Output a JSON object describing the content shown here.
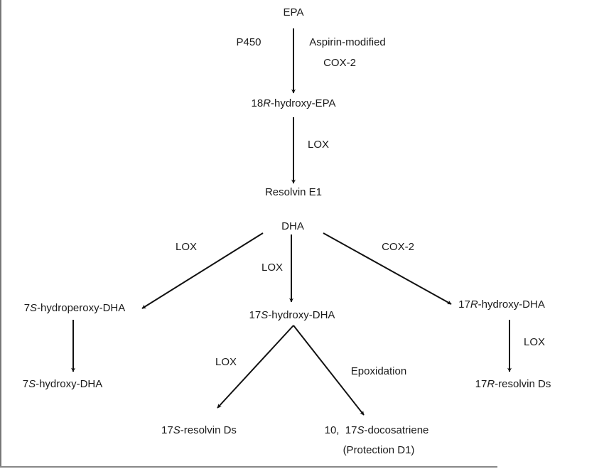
{
  "nodes": {
    "epa": {
      "text": "EPA"
    },
    "hydroxy_epa": {
      "prefix": "18",
      "italic": "R",
      "suffix": "-hydroxy-EPA"
    },
    "resolvin_e1": {
      "text": "Resolvin E1"
    },
    "dha": {
      "text": "DHA"
    },
    "hydroperoxy_dha_7s": {
      "prefix": "7",
      "italic": "S",
      "suffix": "-hydroperoxy-DHA"
    },
    "hydroxy_dha_17s": {
      "prefix": "17",
      "italic": "S",
      "suffix": "-hydroxy-DHA"
    },
    "hydroxy_dha_17r": {
      "prefix": "17",
      "italic": "R",
      "suffix": "-hydroxy-DHA"
    },
    "hydroxy_dha_7s": {
      "prefix": "7",
      "italic": "S",
      "suffix": "-hydroxy-DHA"
    },
    "resolvin_ds_17r": {
      "prefix": "17",
      "italic": "R",
      "suffix": "-resolvin Ds"
    },
    "resolvin_ds_17s": {
      "prefix": "17",
      "italic": "S",
      "suffix": "-resolvin Ds"
    },
    "docosatriene": {
      "prefix": "10,  17",
      "italic": "S",
      "suffix": "-docosatriene"
    },
    "protection_d1": {
      "text": "(Protection D1)"
    }
  },
  "edge_labels": {
    "p450": "P450",
    "aspirin_modified": "Aspirin-modified",
    "cox2_epa": "COX-2",
    "lox_epa": "LOX",
    "lox_dha_left": "LOX",
    "lox_dha_mid": "LOX",
    "cox2_dha": "COX-2",
    "lox_17r": "LOX",
    "lox_17s": "LOX",
    "epoxidation": "Epoxidation"
  }
}
